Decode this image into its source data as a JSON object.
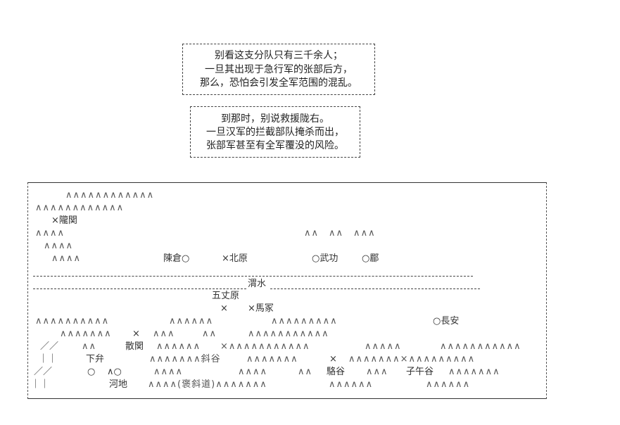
{
  "dialog1": {
    "lines": [
      "别看这支分队只有三千余人；",
      "一旦其出现于急行军的张部后方，",
      "那么，恐怕会引发全军范围的混乱。"
    ]
  },
  "dialog2": {
    "lines": [
      "到那时，别说救援陇右。",
      "一旦汉军的拦截部队掩杀而出，",
      "张部军甚至有全军覆没的风险。"
    ]
  },
  "map": {
    "segments": [
      "∧∧∧∧∧∧∧∧∧∧∧∧",
      "∧∧∧∧∧∧∧∧∧∧∧∧",
      "×隴関",
      "∧∧∧∧",
      "∧∧　∧∧　∧∧∧",
      "∧∧∧∧",
      "∧∧∧∧",
      "陳倉○",
      "×北原",
      "○武功",
      "○郿",
      "渭水",
      "五丈原",
      "×",
      "×馬冢",
      "∧∧∧∧∧∧∧∧∧∧",
      "∧∧∧∧∧∧",
      "∧∧∧∧∧∧∧∧∧",
      "○長安",
      "∧∧∧∧∧∧∧",
      "×",
      "∧∧∧",
      "∧∧",
      "∧∧∧∧∧∧∧∧∧∧∧",
      "／／",
      "∧∧",
      "散関",
      "∧∧∧∧∧∧",
      "×∧∧∧∧∧∧∧∧∧∧∧",
      "∧∧∧∧∧",
      "∧∧∧∧∧∧∧∧∧∧∧",
      "｜｜",
      "下弁",
      "∧∧∧∧∧∧∧斜谷",
      "∧∧∧∧∧∧∧",
      "×",
      "∧∧∧∧∧∧∧×∧∧∧∧∧∧∧∧∧",
      "／／",
      "○",
      "∧○",
      "∧∧∧∧",
      "∧∧∧∧",
      "∧∧",
      "駱谷",
      "∧∧∧",
      "子午谷",
      "∧∧∧∧∧∧∧",
      "｜｜",
      "河地",
      "∧∧∧∧(褒斜道)∧∧∧∧∧∧∧",
      "∧∧∧∧∧∧",
      "∧∧∧∧∧∧"
    ]
  }
}
